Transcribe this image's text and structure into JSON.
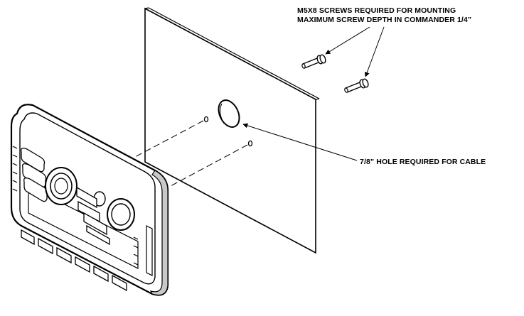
{
  "diagram": {
    "annotations": {
      "screws_line1": "M5X8 SCREWS REQUIRED FOR MOUNTING",
      "screws_line2": "MAXIMUM SCREW DEPTH IN COMMANDER 1/4”",
      "hole": "7/8” HOLE REQUIRED FOR CABLE"
    },
    "colors": {
      "line": "#000000",
      "fill": "#ffffff",
      "shade": "#c8c8c8"
    }
  }
}
